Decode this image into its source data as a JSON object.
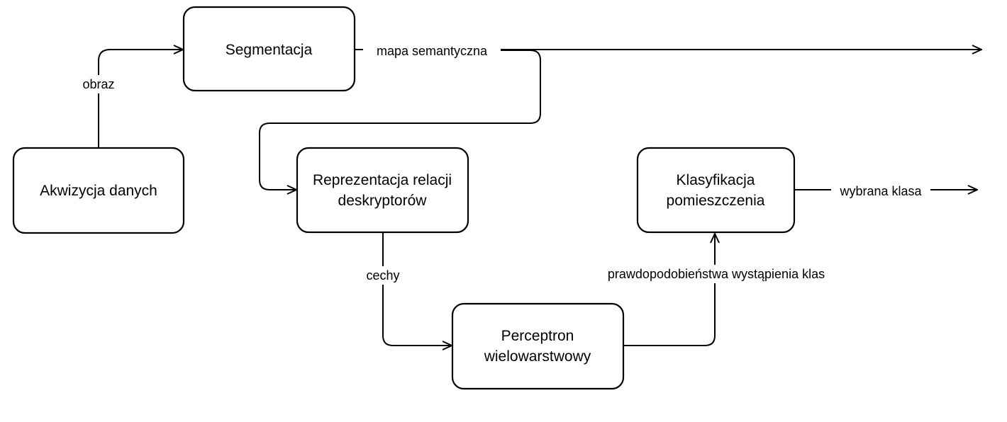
{
  "diagram": {
    "nodes": {
      "acquisition": {
        "label": "Akwizycja danych"
      },
      "segmentation": {
        "label": "Segmentacja"
      },
      "representation": {
        "line1": "Reprezentacja relacji",
        "line2": "deskryptorów"
      },
      "perceptron": {
        "line1": "Perceptron",
        "line2": "wielowarstwowy"
      },
      "classification": {
        "line1": "Klasyfikacja",
        "line2": "pomieszczenia"
      }
    },
    "edges": {
      "image": {
        "label": "obraz"
      },
      "semantic_map": {
        "label": "mapa semantyczna"
      },
      "features": {
        "label": "cechy"
      },
      "class_probabilities": {
        "label": "prawdopodobieństwa wystąpienia klas"
      },
      "selected_class": {
        "label": "wybrana klasa"
      }
    }
  }
}
